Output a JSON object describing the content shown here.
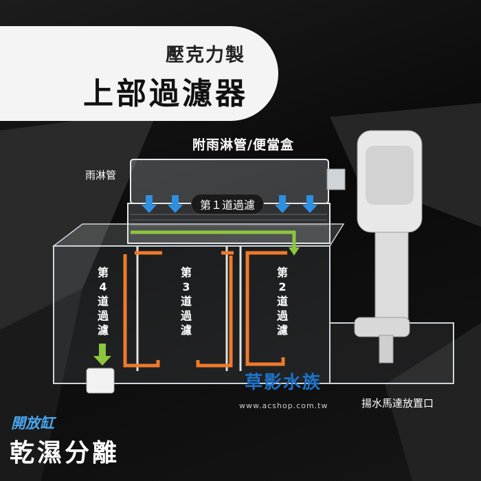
{
  "banner": {
    "subtitle": "壓克力製",
    "title": "上部過濾器"
  },
  "labels": {
    "top_box": "附雨淋管/便當盒",
    "spray_pipe": "雨淋管",
    "stage1": "第１道過濾",
    "stage2": "第2道過濾",
    "stage3": "第3道過濾",
    "stage4": "第4道過濾",
    "pump_slot": "揚水馬達放置口"
  },
  "brand": {
    "name": "草影水族",
    "url": "www.acshop.com.tw"
  },
  "footer": {
    "open_tank": "開放缸",
    "dry_wet": "乾濕分離"
  },
  "colors": {
    "flow_blue": "#2f8fe0",
    "flow_green": "#8cc63f",
    "flow_orange": "#f07a2a",
    "brand_blue": "#1e73c9"
  }
}
